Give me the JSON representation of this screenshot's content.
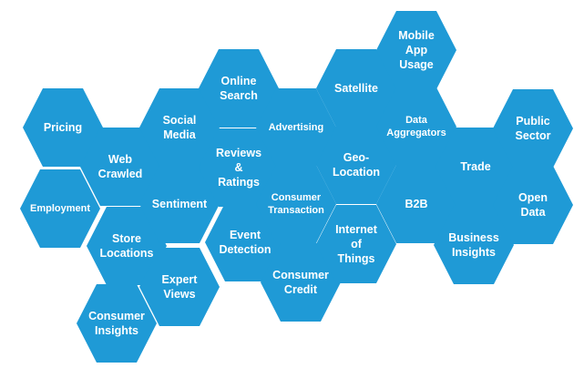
{
  "hex_color": "#1f9ad6",
  "background": "#ffffff",
  "hexagons": [
    {
      "id": "pricing",
      "label": "Pricing"
    },
    {
      "id": "employment",
      "label": "Employment"
    },
    {
      "id": "web-crawled",
      "label": "Web\nCrawled"
    },
    {
      "id": "store-locations",
      "label": "Store\nLocations"
    },
    {
      "id": "consumer-insights",
      "label": "Consumer\nInsights"
    },
    {
      "id": "social-media",
      "label": "Social\nMedia"
    },
    {
      "id": "sentiment",
      "label": "Sentiment"
    },
    {
      "id": "expert-views",
      "label": "Expert\nViews"
    },
    {
      "id": "online-search",
      "label": "Online\nSearch"
    },
    {
      "id": "reviews-ratings",
      "label": "Reviews\n&\nRatings"
    },
    {
      "id": "event-detection",
      "label": "Event\nDetection"
    },
    {
      "id": "advertising",
      "label": "Advertising"
    },
    {
      "id": "consumer-transaction",
      "label": "Consumer\nTransaction"
    },
    {
      "id": "consumer-credit",
      "label": "Consumer\nCredit"
    },
    {
      "id": "satellite",
      "label": "Satellite"
    },
    {
      "id": "geo-location",
      "label": "Geo-\nLocation"
    },
    {
      "id": "internet-of-things",
      "label": "Internet\nof\nThings"
    },
    {
      "id": "mobile-app-usage",
      "label": "Mobile\nApp\nUsage"
    },
    {
      "id": "data-aggregators",
      "label": "Data\nAggregators"
    },
    {
      "id": "b2b",
      "label": "B2B"
    },
    {
      "id": "trade",
      "label": "Trade"
    },
    {
      "id": "business-insights",
      "label": "Business\nInsights"
    },
    {
      "id": "public-sector",
      "label": "Public\nSector"
    },
    {
      "id": "open-data",
      "label": "Open\nData"
    }
  ]
}
